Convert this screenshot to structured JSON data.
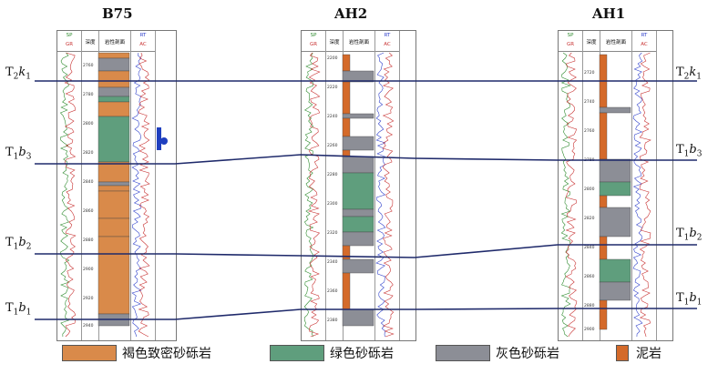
{
  "wells": [
    {
      "name": "B75",
      "depth_ticks": [
        "2760",
        "2780",
        "2800",
        "2820",
        "2840",
        "2860",
        "2880",
        "2900",
        "2920",
        "2940"
      ],
      "header": {
        "sp": "SP",
        "gr": "GR",
        "depth": "深度",
        "lith": "岩性剖面",
        "rt": "RT",
        "ac": "AC"
      }
    },
    {
      "name": "AH2",
      "depth_ticks": [
        "2200",
        "2220",
        "2240",
        "2260",
        "2280",
        "2300",
        "2320",
        "2340",
        "2360",
        "2380"
      ],
      "header": {
        "sp": "SP",
        "gr": "GR",
        "depth": "深度",
        "lith": "岩性剖面",
        "rt": "RT",
        "ac": "AC"
      }
    },
    {
      "name": "AH1",
      "depth_ticks": [
        "2720",
        "2740",
        "2760",
        "2780",
        "2800",
        "2820",
        "2840",
        "2860",
        "2880",
        "2900"
      ],
      "header": {
        "sp": "SP",
        "gr": "GR",
        "depth": "深度",
        "lith": "岩性剖面",
        "rt": "RT",
        "ac": "AC"
      }
    }
  ],
  "horizons": [
    {
      "left_main": "T",
      "left_sub1": "2",
      "left_letter": "k",
      "left_sub2": "1",
      "right_main": "T",
      "right_sub1": "2",
      "right_letter": "k",
      "right_sub2": "1"
    },
    {
      "left_main": "T",
      "left_sub1": "1",
      "left_letter": "b",
      "left_sub2": "3",
      "right_main": "T",
      "right_sub1": "1",
      "right_letter": "b",
      "right_sub2": "3"
    },
    {
      "left_main": "T",
      "left_sub1": "1",
      "left_letter": "b",
      "left_sub2": "2",
      "right_main": "T",
      "right_sub1": "1",
      "right_letter": "b",
      "right_sub2": "2"
    },
    {
      "left_main": "T",
      "left_sub1": "1",
      "left_letter": "b",
      "left_sub2": "1",
      "right_main": "T",
      "right_sub1": "1",
      "right_letter": "b",
      "right_sub2": "1"
    }
  ],
  "legend": [
    {
      "label": "褐色致密砂砾岩",
      "color": "#d98a4a"
    },
    {
      "label": "绿色砂砾岩",
      "color": "#5f9e7d"
    },
    {
      "label": "灰色砂砾岩",
      "color": "#8c8e96"
    },
    {
      "label": "泥岩",
      "color": "#d46a2a"
    }
  ],
  "colors": {
    "horizon_line": "#1f2a6b",
    "sp_curve": "#2e8b2e",
    "gr_curve": "#c83232",
    "rt_curve": "#3344cc",
    "ac_curve": "#c83232"
  }
}
